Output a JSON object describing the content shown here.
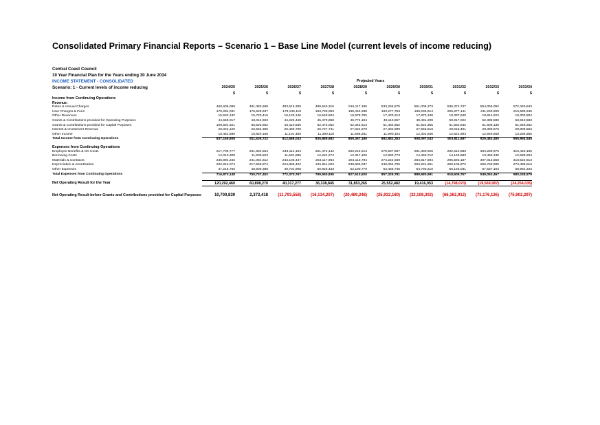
{
  "title": "Consolidated Primary Financial Reports – Scenario 1 – Base Line Model (current levels of income reducing)",
  "council": "Central Coast Council",
  "plan": "10 Year Financial Plan for the Years ending 30 June 2034",
  "statement": "INCOME STATEMENT - CONSOLIDATED",
  "scenario": "Scenario: 1 - Current levels of income reducing",
  "projected_label": "Projected Years",
  "years": [
    "2024/25",
    "2025/26",
    "2026/27",
    "2027/28",
    "2028/29",
    "2029/30",
    "2030/31",
    "2031/32",
    "2032/33",
    "2033/34"
  ],
  "currency": "$",
  "income_heading": "Income from Continuing Operations",
  "revenue_heading": "Revenue:",
  "income_rows": [
    {
      "label": "Rates & Annual Charges",
      "values": [
        "460,606,098",
        "481,363,698",
        "483,515,309",
        "499,540,315",
        "516,117,185",
        "533,265,675",
        "551,006,273",
        "536,374,747",
        "554,059,092",
        "572,349,843"
      ]
    },
    {
      "label": "User Charges & Fees",
      "values": [
        "170,284,031",
        "175,628,637",
        "179,135,119",
        "183,730,093",
        "188,443,288",
        "193,277,753",
        "198,236,614",
        "205,977,141",
        "211,263,509",
        "216,685,945"
      ]
    },
    {
      "label": "Other Revenues",
      "values": [
        "15,532,132",
        "15,720,416",
        "16,129,146",
        "16,548,504",
        "16,978,765",
        "17,420,213",
        "17,873,139",
        "18,337,840",
        "18,814,624",
        "19,303,804"
      ]
    },
    {
      "label": "Grants & Contributions provided for Operating Purposes",
      "values": [
        "44,668,017",
        "43,012,603",
        "44,226,446",
        "45,479,858",
        "46,774,194",
        "48,110,857",
        "49,491,299",
        "50,917,022",
        "52,389,580",
        "53,910,583"
      ]
    },
    {
      "label": "Grants & Contributions provided for Capital Purposes",
      "values": [
        "109,591,621",
        "56,525,852",
        "52,110,835",
        "52,473,052",
        "52,342,513",
        "51,484,662",
        "51,524,355",
        "51,564,842",
        "51,606,139",
        "51,648,262"
      ]
    },
    {
      "label": "Interest & Investment Revenue",
      "values": [
        "26,022,120",
        "26,564,360",
        "26,469,709",
        "26,727,741",
        "27,024,979",
        "27,332,999",
        "27,663,518",
        "28,018,401",
        "28,399,676",
        "28,809,553"
      ]
    },
    {
      "label": "Other Income",
      "values": [
        "10,461,589",
        "10,820,155",
        "11,101,480",
        "11,390,118",
        "11,686,261",
        "11,990,104",
        "12,301,846",
        "12,621,694",
        "12,949,858",
        "13,286,555"
      ]
    }
  ],
  "income_total": {
    "label": "Total Income from Continuing Operations",
    "values": [
      "837,165,608",
      "811,635,722",
      "812,688,043",
      "835,889,682",
      "859,367,185",
      "882,882,263",
      "908,097,043",
      "903,811,687",
      "929,482,480",
      "955,994,545"
    ]
  },
  "expense_heading": "Expenses from Continuing Operations",
  "expense_rows": [
    {
      "label": "Employee Benefits & On-Costs",
      "values": [
        "217,709,777",
        "231,694,554",
        "243,112,104",
        "251,472,142",
        "260,219,214",
        "270,597,887",
        "281,390,926",
        "292,614,883",
        "304,286,975",
        "316,425,105"
      ]
    },
    {
      "label": "Borrowing Costs",
      "values": [
        "12,010,308",
        "11,908,823",
        "11,581,886",
        "12,224,274",
        "12,317,106",
        "12,983,773",
        "14,460,710",
        "14,149,683",
        "13,459,135",
        "12,838,204"
      ]
    },
    {
      "label": "Materials & Contracts",
      "values": [
        "236,994,233",
        "241,054,812",
        "243,106,447",
        "253,117,964",
        "264,113,794",
        "274,224,669",
        "284,817,894",
        "295,593,187",
        "307,013,558",
        "318,522,913"
      ]
    },
    {
      "label": "Depreciation & Amortisation",
      "values": [
        "202,942,074",
        "217,569,874",
        "224,868,422",
        "231,811,023",
        "238,683,037",
        "246,054,705",
        "253,221,251",
        "260,105,972",
        "266,755,695",
        "273,498,013"
      ]
    },
    {
      "label": "Other Expenses",
      "values": [
        "47,216,756",
        "48,509,388",
        "49,701,908",
        "50,925,433",
        "52,180,770",
        "53,468,746",
        "54,790,210",
        "56,146,031",
        "57,537,104",
        "58,964,344"
      ]
    }
  ],
  "expense_total": {
    "label": "Total Expenses from Continuing Operations",
    "values": [
      "716,873,148",
      "750,737,452",
      "772,370,767",
      "799,550,836",
      "827,513,920",
      "857,329,781",
      "888,680,991",
      "918,609,757",
      "949,052,467",
      "980,248,579"
    ]
  },
  "net_result": {
    "label": "Net Operating Result for the Year",
    "values": [
      "120,292,460",
      "60,898,270",
      "40,317,277",
      "36,338,845",
      "31,853,265",
      "25,552,482",
      "19,416,053",
      "(14,798,070)",
      "(19,569,987)",
      "(24,254,035)"
    ]
  },
  "net_before_grants": {
    "label": "Net Operating Result before Grants and Contributions provided for Capital Purposes",
    "values": [
      "10,700,839",
      "2,372,418",
      "(11,793,558)",
      "(16,134,207)",
      "(20,489,248)",
      "(25,932,180)",
      "(32,108,302)",
      "(66,362,912)",
      "(71,176,126)",
      "(75,902,297)"
    ]
  },
  "colors": {
    "heading_blue": "#1f5fbf",
    "negative_red": "#d00000"
  }
}
